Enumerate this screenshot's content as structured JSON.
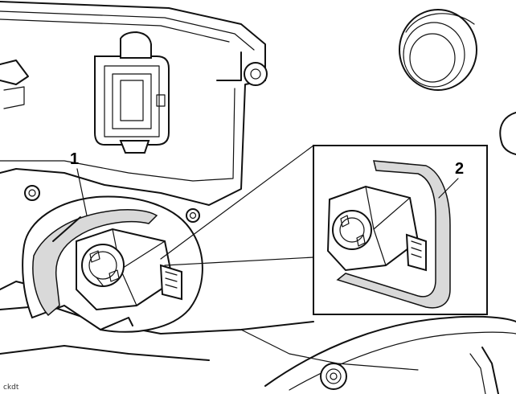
{
  "diagram": {
    "callouts": [
      {
        "label": "1"
      },
      {
        "label": "2"
      }
    ],
    "footer_code": "ckdt"
  }
}
